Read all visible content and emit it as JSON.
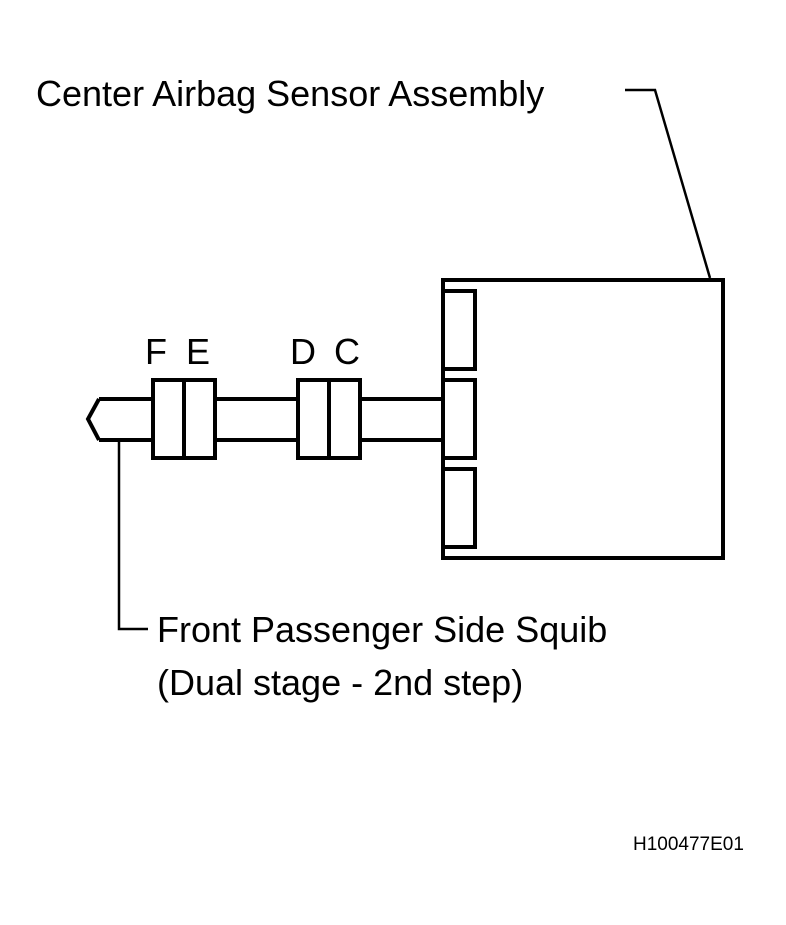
{
  "labels": {
    "assembly": "Center Airbag Sensor Assembly",
    "squib_line1": "Front Passenger Side Squib",
    "squib_line2": "(Dual stage - 2nd step)",
    "figure_code": "H100477E01"
  },
  "connectors": {
    "f": "F",
    "e": "E",
    "d": "D",
    "c": "C"
  },
  "colors": {
    "line": "#000000",
    "background": "#ffffff"
  }
}
